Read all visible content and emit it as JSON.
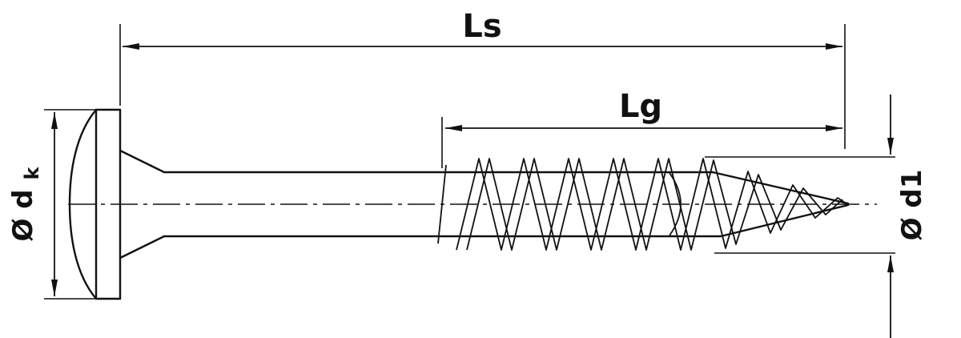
{
  "dimensions": {
    "total_length": {
      "label": "Ls"
    },
    "thread_length": {
      "label": "Lg"
    },
    "head_diameter": {
      "prefix": "Ø d",
      "subscript": "k"
    },
    "thread_diameter": {
      "label": "Ø d1"
    }
  },
  "colors": {
    "line": "#111111",
    "background": "#ffffff"
  }
}
